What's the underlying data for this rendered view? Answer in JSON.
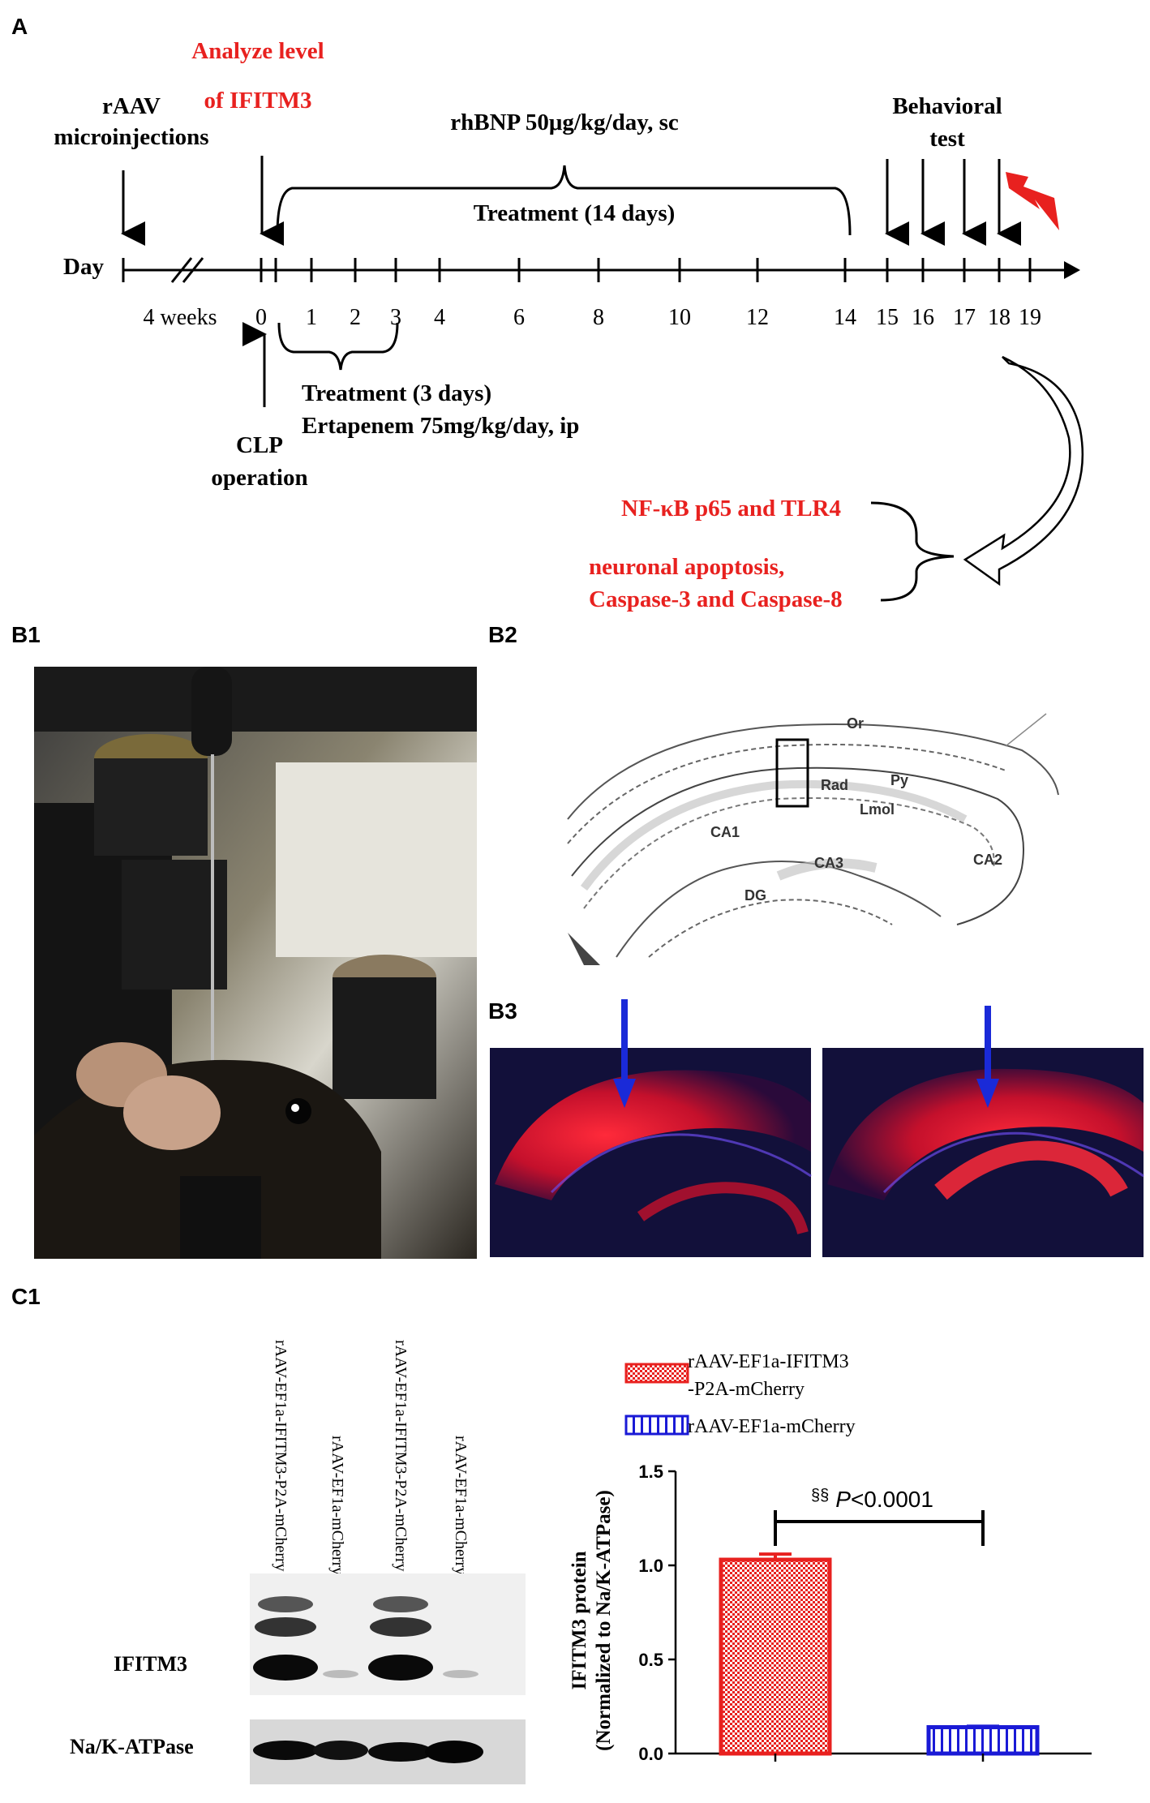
{
  "panels": {
    "A": "A",
    "B1": "B1",
    "B2": "B2",
    "B3": "B3",
    "C1": "C1"
  },
  "timeline": {
    "analyze_line1": "Analyze level",
    "analyze_line2": "of IFITM3",
    "raav_line1": "rAAV",
    "raav_line2": "microinjections",
    "rhbnp": "rhBNP 50μg/kg/day, sc",
    "treatment14": "Treatment (14 days)",
    "behavioral_line1": "Behavioral",
    "behavioral_line2": "test",
    "day_label": "Day",
    "weeks": "4 weeks",
    "days": [
      "0",
      "1",
      "2",
      "3",
      "4",
      "6",
      "8",
      "10",
      "12",
      "14",
      "15",
      "16",
      "17",
      "18",
      "19"
    ],
    "treatment3": "Treatment (3 days)",
    "ertapenem": "Ertapenem 75mg/kg/day, ip",
    "clp_line1": "CLP",
    "clp_line2": "operation",
    "nfkb": "NF-κB p65 and TLR4",
    "apoptosis_line1": "neuronal apoptosis,",
    "apoptosis_line2": "Caspase-3 and Caspase-8",
    "accent_red": "#e8211f"
  },
  "atlas": {
    "labels": [
      "Or",
      "Py",
      "Rad",
      "Lmol",
      "CA1",
      "CA3",
      "CA2",
      "DG"
    ]
  },
  "western_blot": {
    "lanes": [
      "rAAV-EF1a-IFITM3-P2A-mCherry 1",
      "rAAV-EF1a-mCherry 1",
      "rAAV-EF1a-IFITM3-P2A-mCherry 2",
      "rAAV-EF1a-mCherry 2"
    ],
    "row1": "IFITM3",
    "row2": "Na/K-ATPase"
  },
  "chart_data": {
    "type": "bar",
    "categories": [
      "rAAV-EF1a-IFITM3-P2A-mCherry",
      "rAAV-EF1a-mCherry"
    ],
    "values": [
      1.03,
      0.14
    ],
    "errors": [
      0.03,
      0.005
    ],
    "legend": [
      {
        "line1": "rAAV-EF1a-IFITM3",
        "line2": "-P2A-mCherry",
        "color": "#e8211f"
      },
      {
        "line1": "rAAV-EF1a-mCherry",
        "line2": "",
        "color": "#1a1ad6"
      }
    ],
    "ylabel_line1": "IFITM3 protein",
    "ylabel_line2": "(Normalized to Na/K-ATPase)",
    "ylim": [
      0,
      1.5
    ],
    "yticks": [
      "0.0",
      "0.5",
      "1.0",
      "1.5"
    ],
    "annotation_sym": "§§",
    "annotation_p": "P",
    "annotation_val": "<0.0001"
  }
}
